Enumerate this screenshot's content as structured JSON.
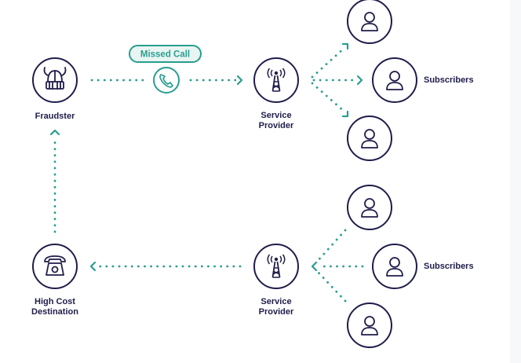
{
  "colors": {
    "navy": "#1f1d4a",
    "teal": "#2a9d8f",
    "teal_fill": "#e8f5f3"
  },
  "badge": {
    "text": "Missed Call"
  },
  "nodes": {
    "fraudster": {
      "label": "Fraudster",
      "icon": "viking-helmet-icon"
    },
    "provider_top": {
      "label": "Service\nProvider",
      "icon": "cell-tower-icon"
    },
    "provider_bottom": {
      "label": "Service\nProvider",
      "icon": "cell-tower-icon"
    },
    "destination": {
      "label": "High Cost\nDestination",
      "icon": "telephone-icon"
    },
    "missed_call": {
      "icon": "phone-handset-icon"
    },
    "subscriber": {
      "icon": "person-icon"
    }
  },
  "groups": {
    "top": {
      "label": "Subscribers"
    },
    "bottom": {
      "label": "Subscribers"
    }
  }
}
